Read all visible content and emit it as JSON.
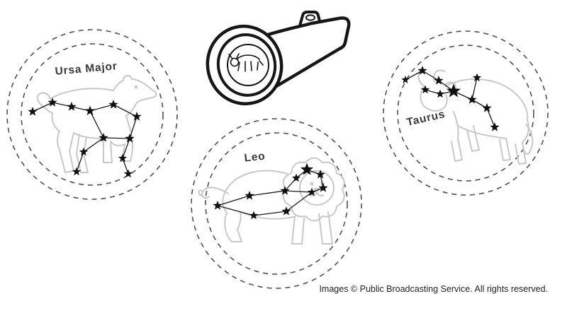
{
  "page": {
    "background_color": "#ffffff",
    "copyright": "Images © Public Broadcasting Service. All rights reserved."
  },
  "flashlight": {
    "icon": "flashlight-projector-icon",
    "lens_icon": "animal-slide-icon"
  },
  "constellations": [
    {
      "label": "Ursa Major",
      "figure_icon": "bear-outline-icon"
    },
    {
      "label": "Leo",
      "figure_icon": "lion-outline-icon"
    },
    {
      "label": "Taurus",
      "figure_icon": "bull-outline-icon"
    }
  ],
  "colors": {
    "outline": "#161616",
    "animal_sketch": "#c8c8c8",
    "dashed_circle": "#4f4f4f",
    "star": "#101010",
    "label_text": "#3a3a3a"
  }
}
